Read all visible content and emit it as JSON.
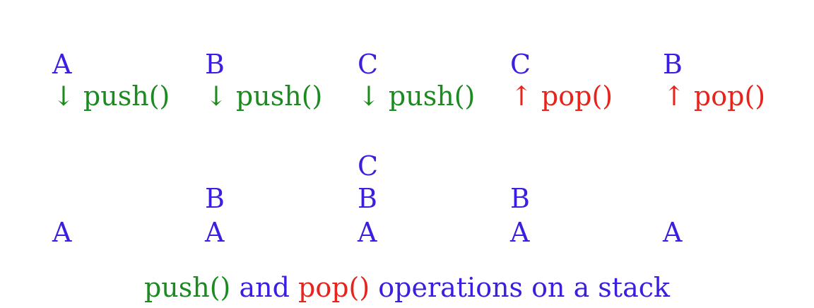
{
  "colors": {
    "element": "#3a1fe0",
    "push": "#1b8a1f",
    "pop": "#e8231b"
  },
  "columns": [
    {
      "element": "A",
      "operation": "↓ push()",
      "op_type": "push",
      "stack": [
        "A"
      ]
    },
    {
      "element": "B",
      "operation": "↓ push()",
      "op_type": "push",
      "stack": [
        "B",
        "A"
      ]
    },
    {
      "element": "C",
      "operation": "↓ push()",
      "op_type": "push",
      "stack": [
        "C",
        "B",
        "A"
      ]
    },
    {
      "element": "C",
      "operation": "↑ pop()",
      "op_type": "pop",
      "stack": [
        "B",
        "A"
      ]
    },
    {
      "element": "B",
      "operation": "↑ pop()",
      "op_type": "pop",
      "stack": [
        "A"
      ]
    }
  ],
  "caption": {
    "push": "push()",
    "and": " and ",
    "pop": "pop()",
    "rest": " operations on a stack"
  }
}
